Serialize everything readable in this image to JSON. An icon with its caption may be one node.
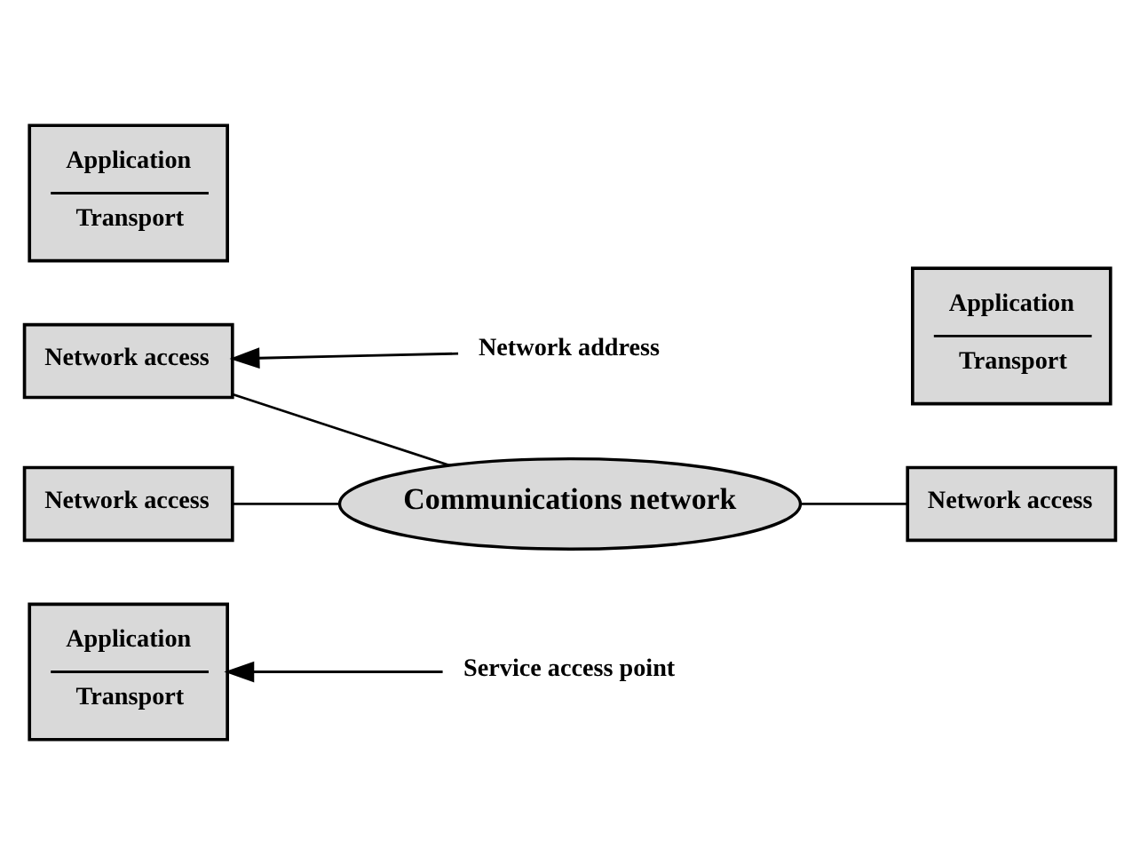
{
  "diagram": {
    "nodes": [
      {
        "text": [
          "Application",
          "Transport"
        ]
      },
      {
        "text": [
          "Network access"
        ]
      },
      {
        "text": [
          "Service access point"
        ]
      },
      {
        "text": [
          "Network address"
        ]
      },
      {
        "text": [
          "Communications network"
        ]
      },
      {
        "text": [
          "Application",
          "Transport"
        ]
      },
      {
        "text": [
          "Network access"
        ]
      },
      {
        "text": [
          "Application",
          "Transport"
        ]
      },
      {
        "text": [
          "Network access"
        ]
      }
    ],
    "edges": [
      {
        "from": 2,
        "to": 0,
        "arrow": "to"
      },
      {
        "from": 3,
        "to": 1,
        "arrow": "to"
      },
      {
        "from": 1,
        "to": 4,
        "arrow": "none"
      },
      {
        "from": 4,
        "to": 6,
        "arrow": "none"
      },
      {
        "from": 8,
        "to": 4,
        "arrow": "none"
      }
    ]
  }
}
